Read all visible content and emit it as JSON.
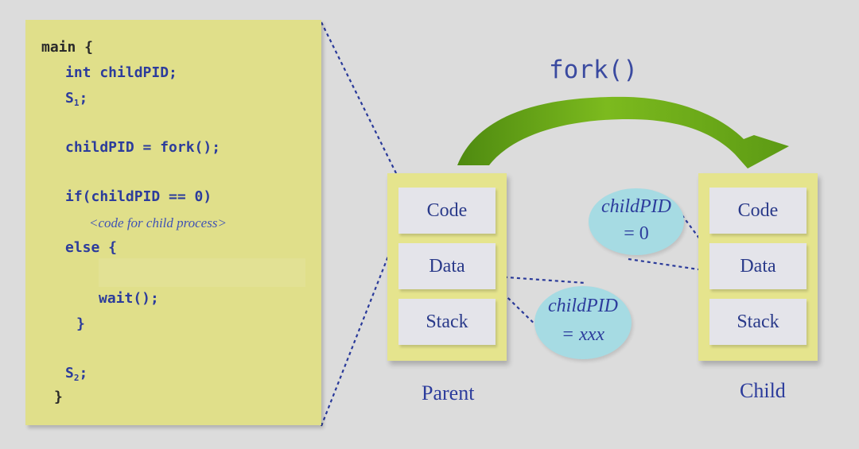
{
  "code": {
    "main": "main {",
    "decl": "int childPID;",
    "s1": "S",
    "s1_sub": "1",
    "s_semi": ";",
    "fork_call": "childPID = fork();",
    "if_line": "if(childPID == 0)",
    "child_comment": "<code for child process>",
    "else_line": "else {",
    "wait_line": "wait();",
    "close_inner": "}",
    "s2": "S",
    "s2_sub": "2",
    "close_outer": "}"
  },
  "fork_label": "fork()",
  "parent": {
    "label": "Parent",
    "segments": [
      "Code",
      "Data",
      "Stack"
    ]
  },
  "child": {
    "label": "Child",
    "segments": [
      "Code",
      "Data",
      "Stack"
    ]
  },
  "bubbles": {
    "child_value": {
      "line1": "childPID",
      "line2": "= 0"
    },
    "parent_value": {
      "line1": "childPID",
      "line2": "= xxx"
    }
  },
  "colors": {
    "background": "#dcdcdc",
    "panel": "#e0df8a",
    "code_text": "#2c3c9c",
    "arrow_green": "#6aa617",
    "bubble": "#a6dbe3"
  }
}
